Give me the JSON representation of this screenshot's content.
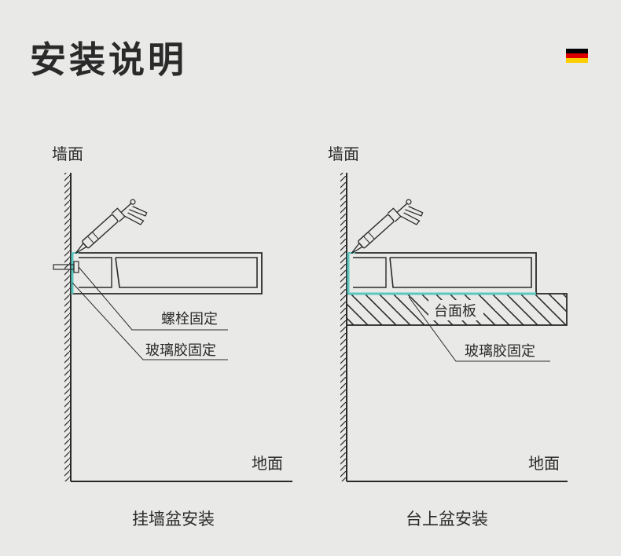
{
  "title": "安装说明",
  "flag": {
    "name": "germany-flag",
    "colors": [
      "#000000",
      "#dd0000",
      "#ffce00"
    ]
  },
  "colors": {
    "line": "#2a2a2a",
    "glue": "#5bc8c0",
    "background": "#e9e9e7"
  },
  "left": {
    "wall_label": "墙面",
    "floor_label": "地面",
    "callout_bolt": "螺栓固定",
    "callout_glue": "玻璃胶固定",
    "caption": "挂墙盆安装"
  },
  "right": {
    "wall_label": "墙面",
    "floor_label": "地面",
    "counter_label": "台面板",
    "callout_glue": "玻璃胶固定",
    "caption": "台上盆安装"
  }
}
